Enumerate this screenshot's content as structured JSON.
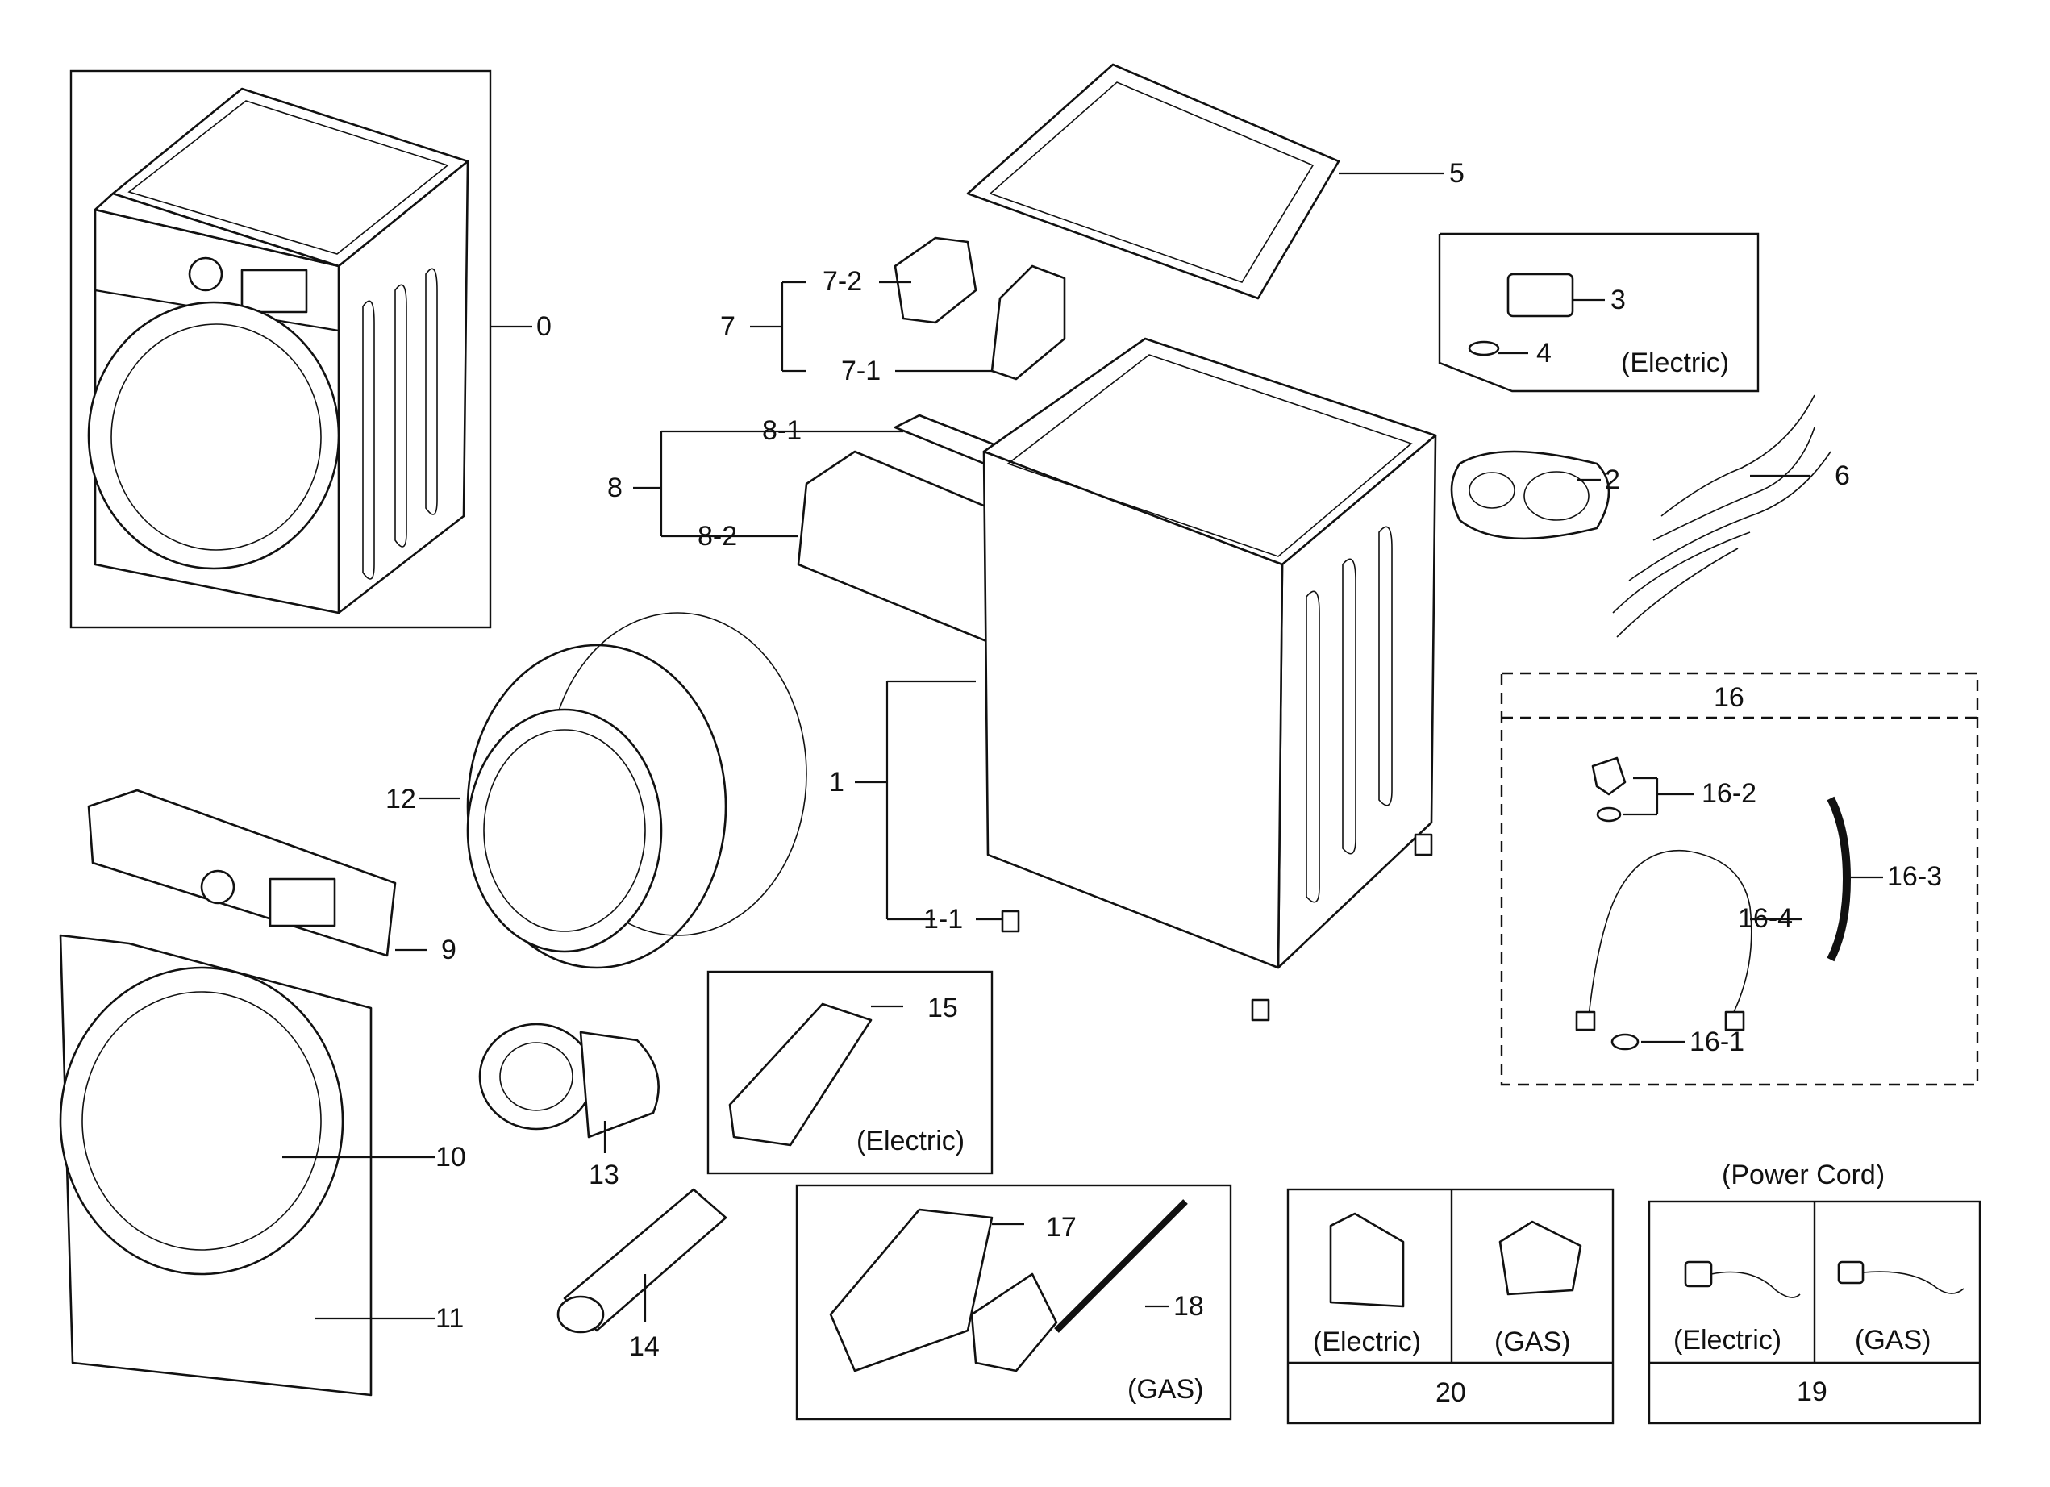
{
  "labels": {
    "p0": "0",
    "p1": "1",
    "p1_1": "1-1",
    "p2": "2",
    "p3": "3",
    "p4": "4",
    "p5": "5",
    "p6": "6",
    "p7": "7",
    "p7_1": "7-1",
    "p7_2": "7-2",
    "p8": "8",
    "p8_1": "8-1",
    "p8_2": "8-2",
    "p9": "9",
    "p10": "10",
    "p11": "11",
    "p12": "12",
    "p13": "13",
    "p14": "14",
    "p15": "15",
    "p16": "16",
    "p16_1": "16-1",
    "p16_2": "16-2",
    "p16_3": "16-3",
    "p16_4": "16-4",
    "p17": "17",
    "p18": "18",
    "p19": "19",
    "p20": "20"
  },
  "captions": {
    "electric_3_4": "(Electric)",
    "electric_15": "(Electric)",
    "gas_17_18": "(GAS)",
    "electric_20": "(Electric)",
    "gas_20": "(GAS)",
    "power_cord": "(Power Cord)",
    "electric_19": "(Electric)",
    "gas_19": "(GAS)"
  }
}
